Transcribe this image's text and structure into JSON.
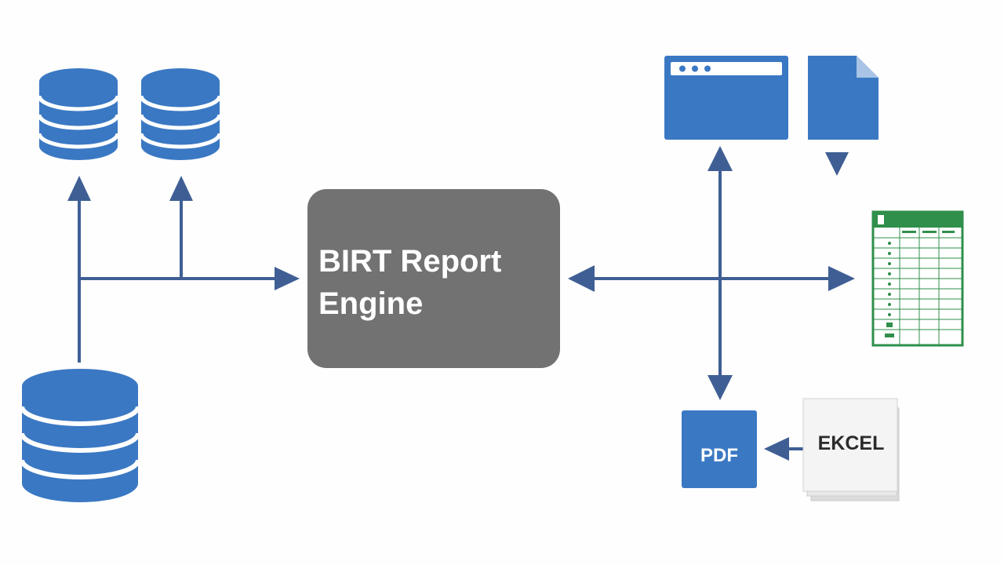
{
  "engine": {
    "line1": "BIRT Report",
    "line2": "Engine"
  },
  "outputs": {
    "pdf_label": "PDF",
    "excel_label": "EKCEL"
  },
  "colors": {
    "blue": "#3a78c3",
    "arrow": "#3f5f94",
    "engine_bg": "#727272",
    "sheet_green": "#2f8f4b",
    "background": "#fefefe"
  },
  "icons": {
    "data_sources": [
      "database-icon",
      "database-icon",
      "database-icon"
    ],
    "outputs": [
      "browser-window-icon",
      "document-icon",
      "spreadsheet-icon",
      "pdf-icon",
      "excel-icon"
    ]
  }
}
